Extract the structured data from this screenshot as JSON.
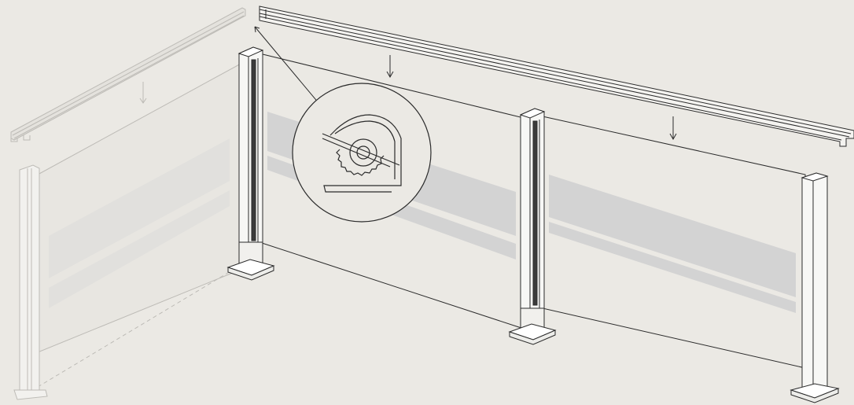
{
  "diagram": {
    "components": [
      "ghost-rail-left",
      "ghost-panel-left",
      "ghost-post-left",
      "top-rail",
      "glass-panel-1",
      "glass-panel-2",
      "post-1",
      "post-2",
      "post-3",
      "detail-callout",
      "down-arrow-1",
      "down-arrow-2",
      "down-arrow-3",
      "leader-arrow"
    ],
    "callout": {
      "parts": [
        "profile-housing",
        "gasket-gear",
        "gasket-core",
        "glass-edge",
        "base-flange"
      ]
    },
    "colors": {
      "background": "#ebe9e4",
      "line": "#2b2b2b",
      "ghost_line": "#bdbbb6",
      "frosted_band": "#d3d3d3",
      "post_fill": "#f7f7f5",
      "post_channel": "#3b3b3b"
    }
  }
}
